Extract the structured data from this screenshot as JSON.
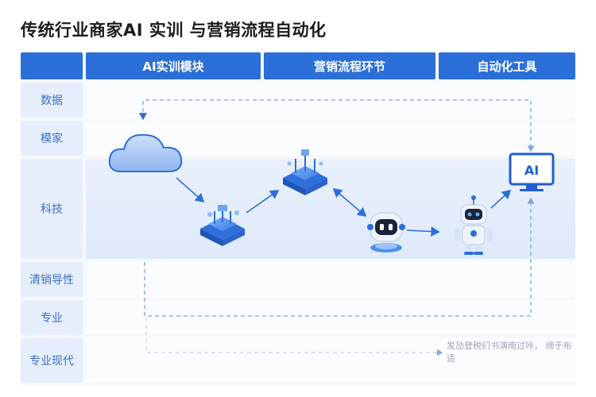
{
  "title": "传统行业商家AI 实训 与营销流程自动化",
  "columns": [
    "AI实训模块",
    "营销流程环节",
    "自动化工具"
  ],
  "rows": [
    "数据",
    "模家",
    "科技",
    "清销导性",
    "专业",
    "专业现代"
  ],
  "ai_screen_label": "AI",
  "note": "发劢登税们书演南过咔， 缔于布适",
  "colors": {
    "header": "#2b6fd9",
    "row_label_bg": "#e6eefc",
    "row_label_text": "#3c6fc4",
    "arrow": "#2b6fd9",
    "dashed": "#7ea4e0"
  },
  "icons": [
    "cloud-icon",
    "chip-cube-icon",
    "network-cube-icon",
    "robot-head-icon",
    "robot-icon",
    "monitor-icon"
  ]
}
